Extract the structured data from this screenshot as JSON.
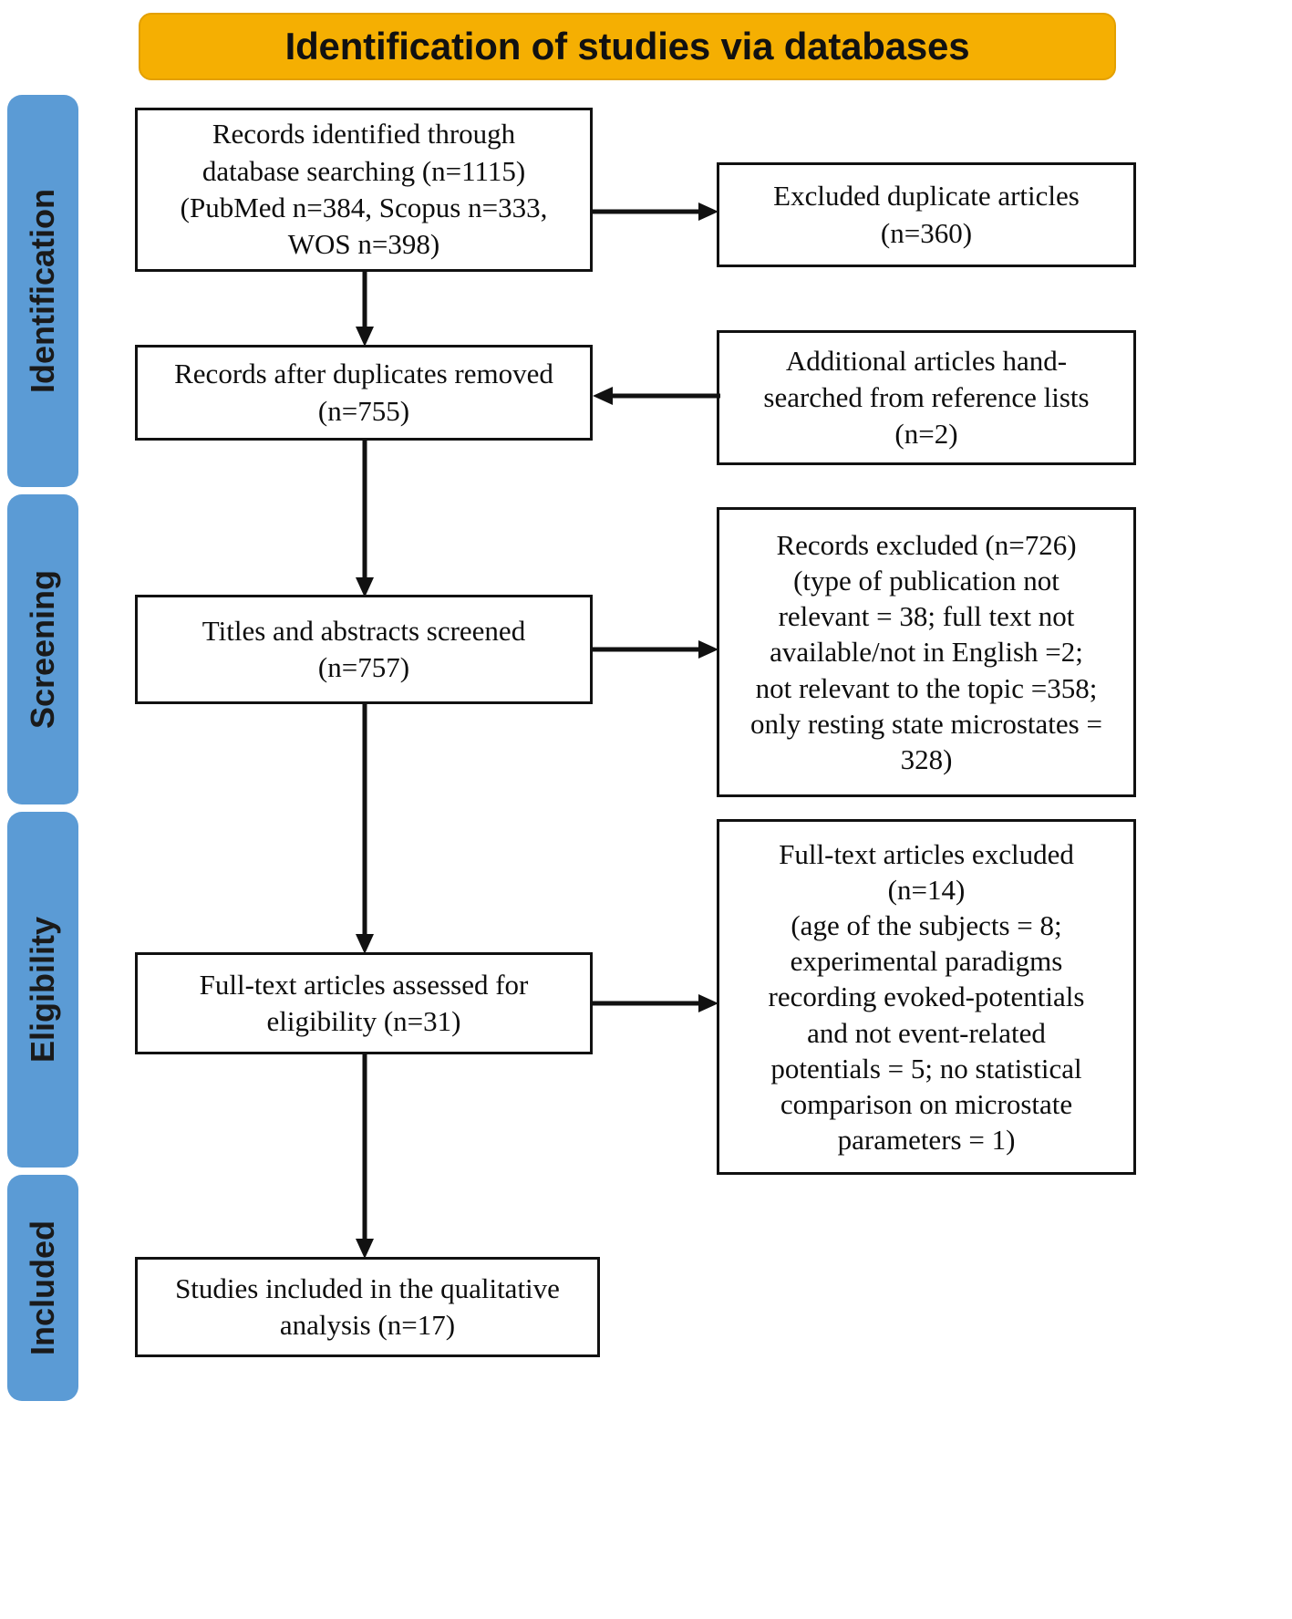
{
  "header": {
    "title": "Identification of studies via databases",
    "background_color": "#F5AF02"
  },
  "stages": [
    {
      "id": "identification",
      "label": "Identification",
      "color": "#5B9BD5"
    },
    {
      "id": "screening",
      "label": "Screening",
      "color": "#5B9BD5"
    },
    {
      "id": "eligibility",
      "label": "Eligibility",
      "color": "#5B9BD5"
    },
    {
      "id": "included",
      "label": "Included",
      "color": "#5B9BD5"
    }
  ],
  "boxes": {
    "records_identified": "Records identified through\ndatabase searching (n=1115)\n(PubMed n=384, Scopus n=333,\nWOS n=398)",
    "excluded_duplicates": "Excluded duplicate articles\n(n=360)",
    "records_after_duplicates": "Records after duplicates removed\n(n=755)",
    "additional_handsearched": "Additional articles hand-\nsearched from reference lists\n(n=2)",
    "titles_abstracts_screened": "Titles and abstracts screened\n(n=757)",
    "records_excluded": "Records excluded (n=726)\n(type of publication not\nrelevant = 38; full text not\navailable/not in English =2;\nnot relevant to the topic =358;\nonly resting state microstates =\n328)",
    "fulltext_assessed": "Full-text articles assessed for\neligibility (n=31)",
    "fulltext_excluded": "Full-text articles excluded\n(n=14)\n(age of the subjects = 8;\nexperimental paradigms\nrecording evoked-potentials\nand not event-related\npotentials = 5; no statistical\ncomparison on microstate\nparameters = 1)",
    "studies_included": "Studies included in the qualitative\nanalysis (n=17)"
  },
  "chart_data": {
    "type": "diagram",
    "title": "Identification of studies via databases",
    "diagram_kind": "PRISMA flow diagram",
    "nodes": [
      {
        "id": "records_identified",
        "stage": "Identification",
        "label": "Records identified through database searching (n=1115) (PubMed n=384, Scopus n=333, WOS n=398)",
        "n": 1115
      },
      {
        "id": "excluded_duplicates",
        "stage": "Identification",
        "label": "Excluded duplicate articles (n=360)",
        "n": 360
      },
      {
        "id": "records_after_duplicates",
        "stage": "Identification",
        "label": "Records after duplicates removed (n=755)",
        "n": 755
      },
      {
        "id": "additional_handsearched",
        "stage": "Identification",
        "label": "Additional articles hand-searched from reference lists (n=2)",
        "n": 2
      },
      {
        "id": "titles_abstracts_screened",
        "stage": "Screening",
        "label": "Titles and abstracts screened (n=757)",
        "n": 757
      },
      {
        "id": "records_excluded",
        "stage": "Screening",
        "label": "Records excluded (n=726)",
        "n": 726
      },
      {
        "id": "fulltext_assessed",
        "stage": "Eligibility",
        "label": "Full-text articles assessed for eligibility (n=31)",
        "n": 31
      },
      {
        "id": "fulltext_excluded",
        "stage": "Eligibility",
        "label": "Full-text articles excluded (n=14)",
        "n": 14
      },
      {
        "id": "studies_included",
        "stage": "Included",
        "label": "Studies included in the qualitative analysis (n=17)",
        "n": 17
      }
    ],
    "edges": [
      {
        "from": "records_identified",
        "to": "excluded_duplicates",
        "direction": "right"
      },
      {
        "from": "records_identified",
        "to": "records_after_duplicates",
        "direction": "down"
      },
      {
        "from": "additional_handsearched",
        "to": "records_after_duplicates",
        "direction": "left"
      },
      {
        "from": "records_after_duplicates",
        "to": "titles_abstracts_screened",
        "direction": "down"
      },
      {
        "from": "titles_abstracts_screened",
        "to": "records_excluded",
        "direction": "right"
      },
      {
        "from": "titles_abstracts_screened",
        "to": "fulltext_assessed",
        "direction": "down"
      },
      {
        "from": "fulltext_assessed",
        "to": "fulltext_excluded",
        "direction": "right"
      },
      {
        "from": "fulltext_assessed",
        "to": "studies_included",
        "direction": "down"
      }
    ],
    "exclusion_reasons_screening": [
      {
        "reason": "type of publication not relevant",
        "count": 38
      },
      {
        "reason": "full text not available/not in English",
        "count": 2
      },
      {
        "reason": "not relevant to the topic",
        "count": 358
      },
      {
        "reason": "only resting state microstates",
        "count": 328
      }
    ],
    "exclusion_reasons_eligibility": [
      {
        "reason": "age of the subjects",
        "count": 8
      },
      {
        "reason": "experimental paradigms recording evoked-potentials and not event-related potentials",
        "count": 5
      },
      {
        "reason": "no statistical comparison on microstate parameters",
        "count": 1
      }
    ],
    "database_counts": [
      {
        "database": "PubMed",
        "count": 384
      },
      {
        "database": "Scopus",
        "count": 333
      },
      {
        "database": "WOS",
        "count": 398
      }
    ]
  }
}
